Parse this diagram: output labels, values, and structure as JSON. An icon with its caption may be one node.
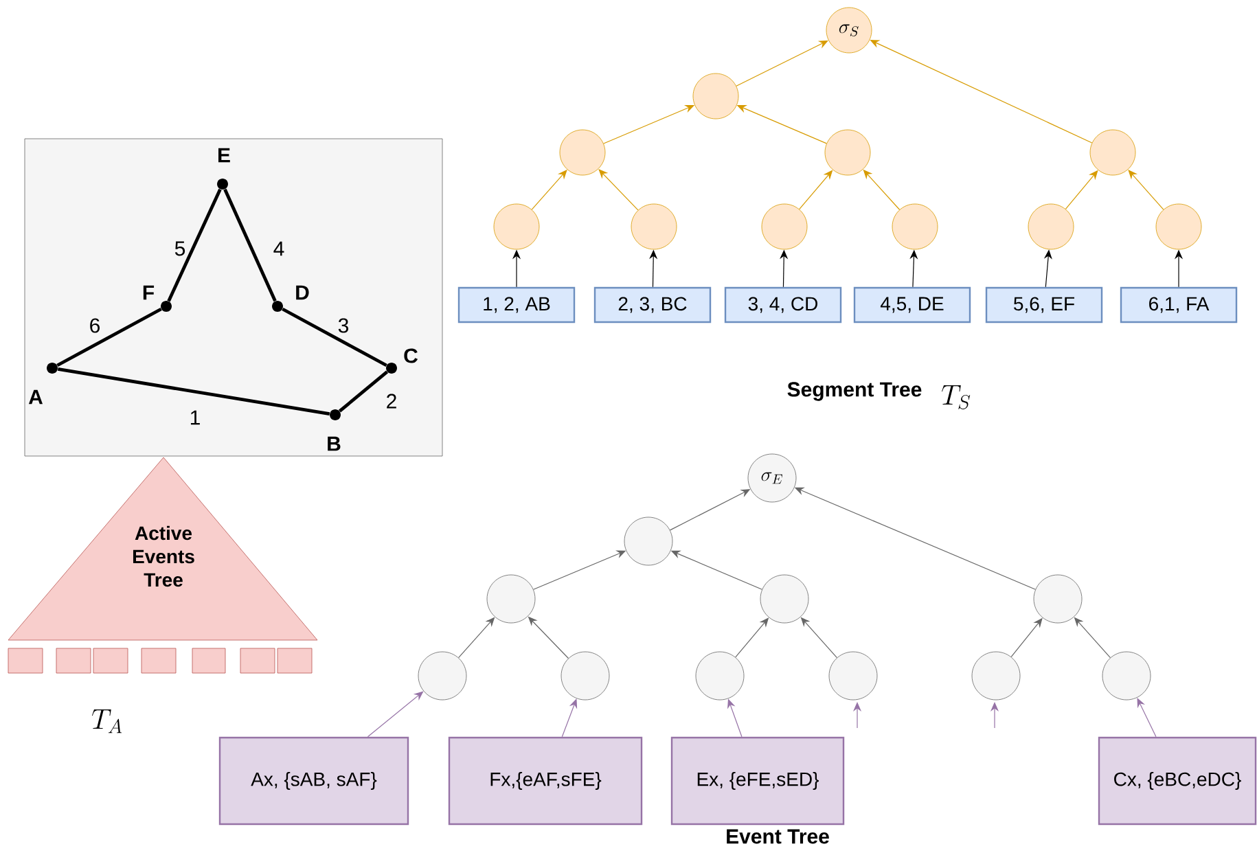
{
  "diagram": {
    "nodes": [
      {
        "text": [],
        "shape": "box"
      },
      {
        "text": [
          "A"
        ],
        "in": 0
      },
      {
        "text": [
          "B"
        ],
        "in": 0
      },
      {
        "text": [
          "C"
        ],
        "in": 0
      },
      {
        "text": [
          "D"
        ],
        "in": 0
      },
      {
        "text": [
          "E"
        ],
        "in": 0
      },
      {
        "text": [
          "F"
        ],
        "in": 0
      },
      {
        "text": [
          "Active Events Tree"
        ]
      },
      {
        "text": [],
        "shape": "box"
      },
      {
        "text": [],
        "shape": "box"
      },
      {
        "text": [],
        "shape": "box"
      },
      {
        "text": [],
        "shape": "box"
      },
      {
        "text": [],
        "shape": "box"
      },
      {
        "text": [],
        "shape": "box"
      },
      {
        "text": [],
        "shape": "box"
      },
      {
        "text": [
          "\\sigma_S"
        ]
      },
      {
        "text": [],
        "shape": "circle"
      },
      {
        "text": [],
        "shape": "circle"
      },
      {
        "text": [],
        "shape": "circle"
      },
      {
        "text": [],
        "shape": "circle"
      },
      {
        "text": [],
        "shape": "circle"
      },
      {
        "text": [],
        "shape": "circle"
      },
      {
        "text": [],
        "shape": "circle"
      },
      {
        "text": [],
        "shape": "circle"
      },
      {
        "text": [],
        "shape": "circle"
      },
      {
        "text": [],
        "shape": "circle"
      },
      {
        "text": [
          "1, 2, AB"
        ]
      },
      {
        "text": [
          "2, 3, BC"
        ]
      },
      {
        "text": [
          "3, 4, CD"
        ]
      },
      {
        "text": [
          "4,5, DE"
        ]
      },
      {
        "text": [
          "5,6, EF"
        ]
      },
      {
        "text": [
          "6,1, FA"
        ]
      },
      {
        "text": [
          "\\sigma_E"
        ]
      },
      {
        "text": [],
        "shape": "circle"
      },
      {
        "text": [],
        "shape": "circle"
      },
      {
        "text": [],
        "shape": "circle"
      },
      {
        "text": [],
        "shape": "circle"
      },
      {
        "text": [],
        "shape": "circle"
      },
      {
        "text": [],
        "shape": "circle"
      },
      {
        "text": [],
        "shape": "circle"
      },
      {
        "text": [],
        "shape": "circle"
      },
      {
        "text": [],
        "shape": "circle"
      },
      {
        "text": [],
        "shape": "circle"
      },
      {
        "text": [
          "Ax, {sAB, sAF}"
        ]
      },
      {
        "text": [
          "Fx,{eAF,sFE}"
        ]
      },
      {
        "text": [
          "Ex, {eFE,sED}"
        ]
      },
      {
        "text": [
          "Cx, {eBC,eDC}"
        ]
      }
    ],
    "edges": [
      {
        "from": 1,
        "to": 2,
        "arrow": "none",
        "label": "1",
        "style": "thick",
        "color": "#000000"
      },
      {
        "from": 2,
        "to": 3,
        "arrow": "none",
        "label": "2",
        "style": "thick",
        "color": "#000000"
      },
      {
        "from": 3,
        "to": 4,
        "arrow": "none",
        "label": "3",
        "style": "thick",
        "color": "#000000"
      },
      {
        "from": 4,
        "to": 5,
        "arrow": "none",
        "label": "4",
        "style": "thick",
        "color": "#000000"
      },
      {
        "from": 5,
        "to": 6,
        "arrow": "none",
        "label": "5",
        "style": "thick",
        "color": "#000000"
      },
      {
        "from": 6,
        "to": 1,
        "arrow": "none",
        "label": "6",
        "style": "thick",
        "color": "#000000"
      },
      {
        "from": 16,
        "to": 15,
        "arrow": "to",
        "color": "#d79b00"
      },
      {
        "from": 19,
        "to": 15,
        "arrow": "to",
        "color": "#d79b00"
      },
      {
        "from": 17,
        "to": 16,
        "arrow": "to",
        "color": "#d79b00"
      },
      {
        "from": 18,
        "to": 16,
        "arrow": "to",
        "color": "#d79b00"
      },
      {
        "from": 20,
        "to": 17,
        "arrow": "to",
        "color": "#d79b00"
      },
      {
        "from": 21,
        "to": 17,
        "arrow": "to",
        "color": "#d79b00"
      },
      {
        "from": 22,
        "to": 18,
        "arrow": "to",
        "color": "#d79b00"
      },
      {
        "from": 23,
        "to": 18,
        "arrow": "to",
        "color": "#d79b00"
      },
      {
        "from": 24,
        "to": 19,
        "arrow": "to",
        "color": "#d79b00"
      },
      {
        "from": 25,
        "to": 19,
        "arrow": "to",
        "color": "#d79b00"
      },
      {
        "from": 26,
        "to": 20,
        "arrow": "to",
        "color": "#000000"
      },
      {
        "from": 27,
        "to": 21,
        "arrow": "to",
        "color": "#000000"
      },
      {
        "from": 28,
        "to": 22,
        "arrow": "to",
        "color": "#000000"
      },
      {
        "from": 29,
        "to": 23,
        "arrow": "to",
        "color": "#000000"
      },
      {
        "from": 30,
        "to": 24,
        "arrow": "to",
        "color": "#000000"
      },
      {
        "from": 31,
        "to": 25,
        "arrow": "to",
        "color": "#000000"
      },
      {
        "from": 33,
        "to": 32,
        "arrow": "to",
        "color": "#666666"
      },
      {
        "from": 36,
        "to": 32,
        "arrow": "to",
        "color": "#666666"
      },
      {
        "from": 34,
        "to": 33,
        "arrow": "to",
        "color": "#666666"
      },
      {
        "from": 35,
        "to": 33,
        "arrow": "to",
        "color": "#666666"
      },
      {
        "from": 37,
        "to": 34,
        "arrow": "to",
        "color": "#666666"
      },
      {
        "from": 38,
        "to": 34,
        "arrow": "to",
        "color": "#666666"
      },
      {
        "from": 39,
        "to": 35,
        "arrow": "to",
        "color": "#666666"
      },
      {
        "from": 40,
        "to": 35,
        "arrow": "to",
        "color": "#666666"
      },
      {
        "from": 41,
        "to": 36,
        "arrow": "to",
        "color": "#666666"
      },
      {
        "from": 42,
        "to": 36,
        "arrow": "to",
        "color": "#666666"
      },
      {
        "from": 43,
        "to": 37,
        "arrow": "to",
        "color": "#9673a6"
      },
      {
        "from": 44,
        "to": 38,
        "arrow": "to",
        "color": "#9673a6"
      },
      {
        "from": 45,
        "to": 39,
        "arrow": "to",
        "color": "#9673a6"
      },
      {
        "from": null,
        "to": 40,
        "arrow": "to",
        "color": "#9673a6"
      },
      {
        "from": null,
        "to": 41,
        "arrow": "to",
        "color": "#9673a6"
      },
      {
        "from": 46,
        "to": 42,
        "arrow": "to",
        "color": "#9673a6"
      }
    ],
    "labels": [
      "Segment Tree",
      "T_S",
      "T_A",
      "Event Tree"
    ]
  }
}
